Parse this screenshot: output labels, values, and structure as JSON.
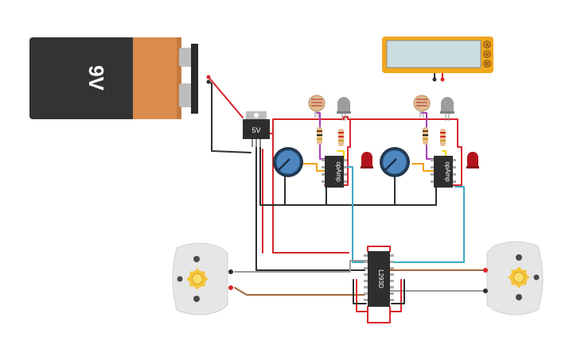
{
  "battery": {
    "label": "9V"
  },
  "regulator": {
    "label": "5V"
  },
  "opamps": [
    {
      "label": "opAmp"
    },
    {
      "label": "opAmp"
    }
  ],
  "driver": {
    "label": "L293D"
  },
  "multimeter": {
    "buttons": [
      "A",
      "V",
      "R"
    ]
  },
  "colors": {
    "wire_red": "#d7262b",
    "wire_black": "#2e2e2e",
    "wire_cyan": "#3aa9c4",
    "wire_brown": "#a0673b",
    "wire_gray": "#9a9a9a",
    "wire_orange": "#f2a01c",
    "wire_purple": "#a53fb6",
    "wire_yellow": "#f5d416",
    "battery_body": "#333333",
    "battery_cap": "#d98c4e",
    "meter_frame": "#f0a71e",
    "meter_screen": "#c9dde3"
  }
}
